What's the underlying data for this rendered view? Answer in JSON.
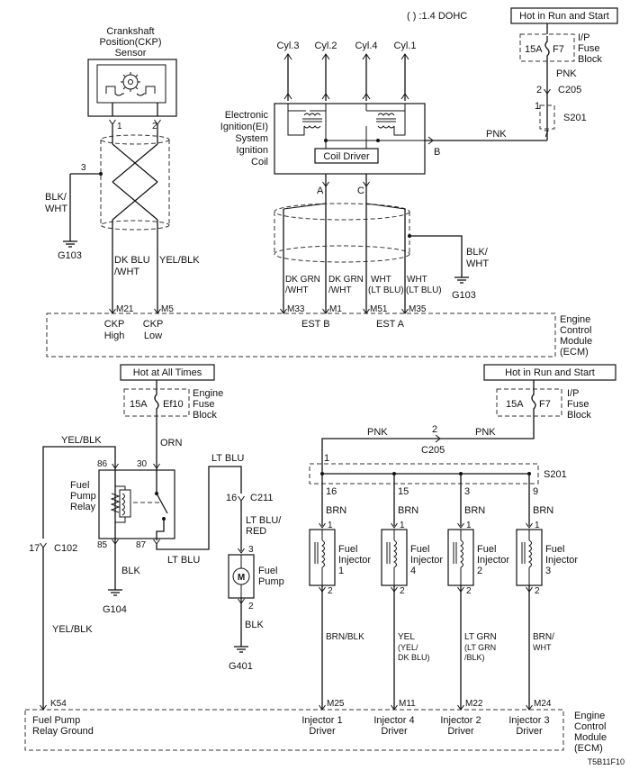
{
  "header": {
    "note": "( ) :1.4 DOHC",
    "top_power_label": "Hot in Run and Start"
  },
  "ckp": {
    "title_1": "Crankshaft",
    "title_2": "Position(CKP)",
    "title_3": "Sensor",
    "pin1": "1",
    "pin2": "2",
    "pin3": "3",
    "shield_wire": "BLK/",
    "shield_wire_2": "WHT",
    "ground": "G103",
    "wire_left_1": "DK BLU",
    "wire_left_2": "/WHT",
    "wire_right": "YEL/BLK"
  },
  "ignition": {
    "cyl3": "Cyl.3",
    "cyl2": "Cyl.2",
    "cyl4": "Cyl.4",
    "cyl1": "Cyl.1",
    "title_1": "Electronic",
    "title_2": "Ignition(EI)",
    "title_3": "System",
    "title_4": "Ignition",
    "title_5": "Coil",
    "coil_driver": "Coil Driver",
    "term_a": "A",
    "term_c": "C",
    "term_b": "B",
    "feed_wire": "PNK",
    "shield_wire_1": "BLK/",
    "shield_wire_2": "WHT",
    "ground": "G103",
    "wire_1a": "DK GRN",
    "wire_1b": "/WHT",
    "wire_2a": "DK GRN",
    "wire_2b": "/WHT",
    "wire_3a": "WHT",
    "wire_3b": "(LT BLU)",
    "wire_4a": "WHT",
    "wire_4b": "(LT BLU)"
  },
  "ip_fuse_top": {
    "amp": "15A",
    "name": "F7",
    "label_1": "I/P",
    "label_2": "Fuse",
    "label_3": "Block",
    "wire": "PNK",
    "pin2": "2",
    "conn": "C205",
    "pin1": "1",
    "splice": "S201",
    "pin7": "7"
  },
  "ecm_top": {
    "pin_m21": "M21",
    "pin_m5": "M5",
    "pin_m33": "M33",
    "pin_m1": "M1",
    "pin_m51": "M51",
    "pin_m35": "M35",
    "ckp_high_1": "CKP",
    "ckp_high_2": "High",
    "ckp_low_1": "CKP",
    "ckp_low_2": "Low",
    "est_b": "EST B",
    "est_a": "EST A",
    "label_1": "Engine",
    "label_2": "Control",
    "label_3": "Module",
    "label_4": "(ECM)"
  },
  "fuel_pump_section": {
    "hot_all_times": "Hot at All Times",
    "fuse_amp": "15A",
    "fuse_name": "Ef10",
    "fuse_label_1": "Engine",
    "fuse_label_2": "Fuse",
    "fuse_label_3": "Block",
    "orn": "ORN",
    "yel_blk_top": "YEL/BLK",
    "pin86": "86",
    "pin30": "30",
    "pin85": "85",
    "pin87": "87",
    "relay_1": "Fuel",
    "relay_2": "Pump",
    "relay_3": "Relay",
    "blk": "BLK",
    "ground_g104": "G104",
    "lt_blu_top": "LT BLU",
    "lt_blu_bottom": "LT BLU",
    "c211_pin": "16",
    "c211": "C211",
    "lt_blu_red_1": "LT BLU/",
    "lt_blu_red_2": "RED",
    "pump_pin3": "3",
    "pump_pin2": "2",
    "pump_motor": "M",
    "pump_1": "Fuel",
    "pump_2": "Pump",
    "pump_blk": "BLK",
    "ground_g401": "G401",
    "c102_pin": "17",
    "c102": "C102",
    "yel_blk_low": "YEL/BLK"
  },
  "injector_section": {
    "hot_run_start": "Hot in Run and Start",
    "fuse_amp": "15A",
    "fuse_name": "F7",
    "fuse_label_1": "I/P",
    "fuse_label_2": "Fuse",
    "fuse_label_3": "Block",
    "pnk_left": "PNK",
    "pnk_right": "PNK",
    "c205_pin": "2",
    "c205": "C205",
    "splice_pin": "1",
    "splice": "S201",
    "injectors": [
      {
        "splice_pin": "16",
        "wire_top": "BRN",
        "pin_top": "1",
        "name_1": "Fuel",
        "name_2": "Injector",
        "name_3": "1",
        "pin_bottom": "2",
        "wire_bottom_1": "BRN/BLK",
        "wire_bottom_2": "",
        "wire_bottom_3": "",
        "ecm_pin": "M25",
        "driver_1": "Injector 1",
        "driver_2": "Driver"
      },
      {
        "splice_pin": "15",
        "wire_top": "BRN",
        "pin_top": "1",
        "name_1": "Fuel",
        "name_2": "Injector",
        "name_3": "4",
        "pin_bottom": "2",
        "wire_bottom_1": "YEL",
        "wire_bottom_2": "(YEL/",
        "wire_bottom_3": "DK BLU)",
        "ecm_pin": "M11",
        "driver_1": "Injector 4",
        "driver_2": "Driver"
      },
      {
        "splice_pin": "3",
        "wire_top": "BRN",
        "pin_top": "1",
        "name_1": "Fuel",
        "name_2": "Injector",
        "name_3": "2",
        "pin_bottom": "2",
        "wire_bottom_1": "LT GRN",
        "wire_bottom_2": "(LT GRN",
        "wire_bottom_3": "/BLK)",
        "ecm_pin": "M22",
        "driver_1": "Injector 2",
        "driver_2": "Driver"
      },
      {
        "splice_pin": "9",
        "wire_top": "BRN",
        "pin_top": "1",
        "name_1": "Fuel",
        "name_2": "Injector",
        "name_3": "3",
        "pin_bottom": "2",
        "wire_bottom_1": "BRN/",
        "wire_bottom_2": "WHT",
        "wire_bottom_3": "",
        "ecm_pin": "M24",
        "driver_1": "Injector 3",
        "driver_2": "Driver"
      }
    ]
  },
  "ecm_bottom": {
    "pin_k54": "K54",
    "fpr_ground_1": "Fuel Pump",
    "fpr_ground_2": "Relay Ground",
    "label_1": "Engine",
    "label_2": "Control",
    "label_3": "Module",
    "label_4": "(ECM)"
  },
  "footer": {
    "figure_id": "T5B11F10"
  }
}
